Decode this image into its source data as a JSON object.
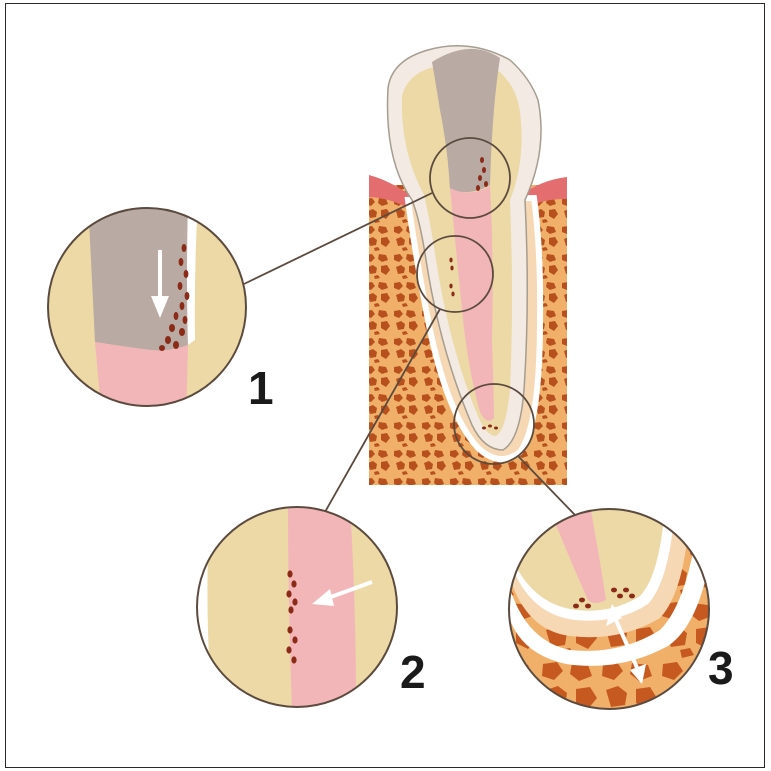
{
  "figure": {
    "labels": [
      {
        "id": "zoom-1",
        "text": "1"
      },
      {
        "id": "zoom-2",
        "text": "2"
      },
      {
        "id": "zoom-3",
        "text": "3"
      }
    ],
    "colors": {
      "frame": "#2a2a2a",
      "enamel": "#f3ebe3",
      "dentin": "#ecd9a6",
      "caries": "#b9aaa3",
      "pulp": "#f2b6b8",
      "gum": "#e46e6f",
      "gum_light": "#f6c9c3",
      "bone": "#f0b069",
      "bone_dark": "#b7501d",
      "bacteria": "#8a2a17",
      "leader": "#5b4a3e",
      "circle_border": "#5b4a3e"
    },
    "icons": [
      "arrow-down-icon",
      "arrow-left-icon",
      "arrow-double-icon"
    ]
  }
}
